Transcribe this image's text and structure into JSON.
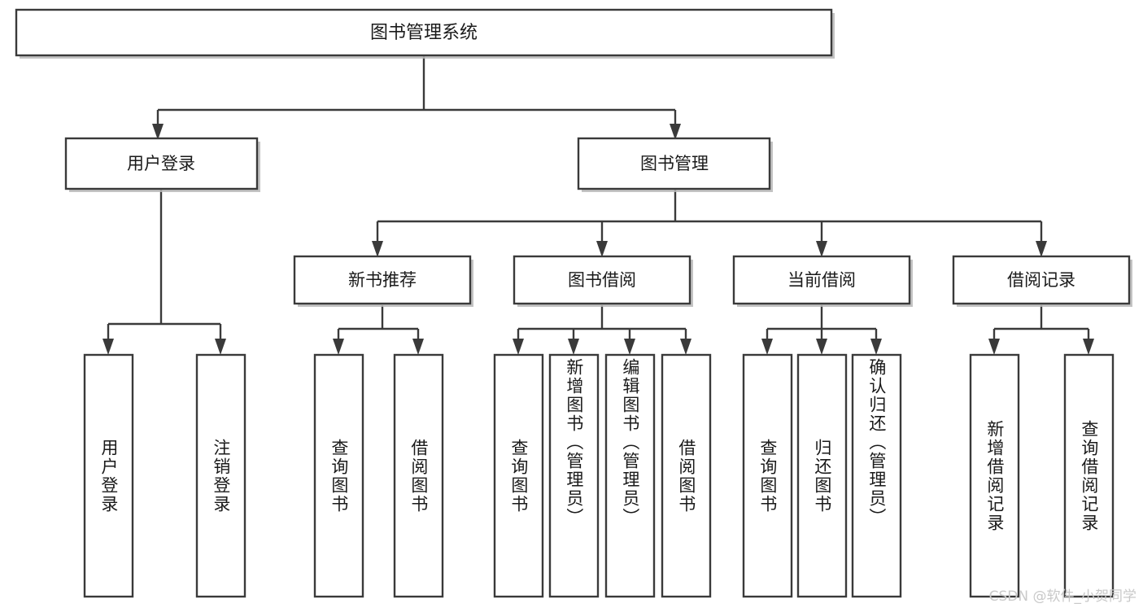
{
  "diagram": {
    "title": "图书管理系统",
    "type": "tree",
    "watermark": "CSDN @软件_小贺同学",
    "colors": {
      "box_fill": "#ffffff",
      "box_stroke": "#3a3a3a",
      "edge": "#3a3a3a",
      "shadow": "#b8b8b8",
      "text": "#1a1a1a",
      "watermark_text": "#c9c9c9",
      "background": "#ffffff"
    },
    "nodes": {
      "root": {
        "label": "图书管理系统"
      },
      "level2": [
        {
          "label": "用户登录"
        },
        {
          "label": "图书管理"
        }
      ],
      "level3": [
        {
          "label": "新书推荐"
        },
        {
          "label": "图书借阅"
        },
        {
          "label": "当前借阅"
        },
        {
          "label": "借阅记录"
        }
      ],
      "leaves": {
        "user_login": [
          {
            "label": "用户登录"
          },
          {
            "label": "注销登录"
          }
        ],
        "new_book_recommend": [
          {
            "label": "查询图书"
          },
          {
            "label": "借阅图书"
          }
        ],
        "book_borrow": [
          {
            "label": "查询图书"
          },
          {
            "label": "新增图书（管理员）"
          },
          {
            "label": "编辑图书（管理员）"
          },
          {
            "label": "借阅图书"
          }
        ],
        "current_borrow": [
          {
            "label": "查询图书"
          },
          {
            "label": "归还图书"
          },
          {
            "label": "确认归还（管理员）"
          }
        ],
        "borrow_record": [
          {
            "label": "新增借阅记录"
          },
          {
            "label": "查询借阅记录"
          }
        ]
      }
    },
    "edges": [
      {
        "from": "图书管理系统",
        "to": "用户登录"
      },
      {
        "from": "图书管理系统",
        "to": "图书管理"
      },
      {
        "from": "图书管理",
        "to": "新书推荐"
      },
      {
        "from": "图书管理",
        "to": "图书借阅"
      },
      {
        "from": "图书管理",
        "to": "当前借阅"
      },
      {
        "from": "图书管理",
        "to": "借阅记录"
      },
      {
        "from": "用户登录",
        "to": "用户登录"
      },
      {
        "from": "用户登录",
        "to": "注销登录"
      },
      {
        "from": "新书推荐",
        "to": "查询图书"
      },
      {
        "from": "新书推荐",
        "to": "借阅图书"
      },
      {
        "from": "图书借阅",
        "to": "查询图书"
      },
      {
        "from": "图书借阅",
        "to": "新增图书（管理员）"
      },
      {
        "from": "图书借阅",
        "to": "编辑图书（管理员）"
      },
      {
        "from": "图书借阅",
        "to": "借阅图书"
      },
      {
        "from": "当前借阅",
        "to": "查询图书"
      },
      {
        "from": "当前借阅",
        "to": "归还图书"
      },
      {
        "from": "当前借阅",
        "to": "确认归还（管理员）"
      },
      {
        "from": "借阅记录",
        "to": "新增借阅记录"
      },
      {
        "from": "借阅记录",
        "to": "查询借阅记录"
      }
    ]
  }
}
